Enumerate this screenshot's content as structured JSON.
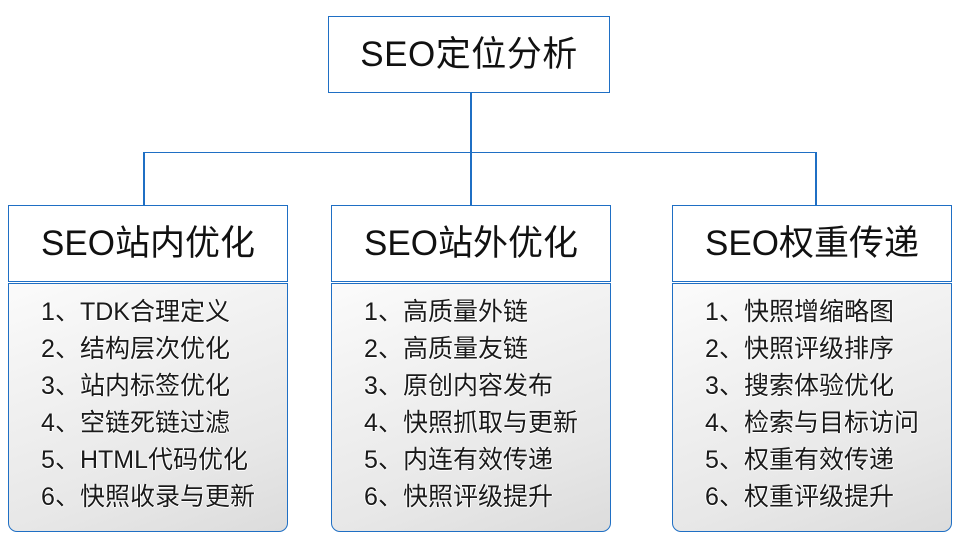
{
  "diagram": {
    "root": {
      "label": "SEO定位分析"
    },
    "columns": [
      {
        "header": "SEO站内优化",
        "items": [
          "1、TDK合理定义",
          "2、结构层次优化",
          "3、站内标签优化",
          "4、空链死链过滤",
          "5、HTML代码优化",
          "6、快照收录与更新"
        ]
      },
      {
        "header": "SEO站外优化",
        "items": [
          "1、高质量外链",
          "2、高质量友链",
          "3、原创内容发布",
          "4、快照抓取与更新",
          "5、内连有效传递",
          "6、快照评级提升"
        ]
      },
      {
        "header": "SEO权重传递",
        "items": [
          "1、快照增缩略图",
          "2、快照评级排序",
          "3、搜索体验优化",
          "4、检索与目标访问",
          "5、权重有效传递",
          "6、权重评级提升"
        ]
      }
    ],
    "colors": {
      "border": "#1f6fc4",
      "connector": "#1f6fc4",
      "header_background": "#ffffff",
      "body_background": "#e9e9e9",
      "text": "#111111",
      "page_background": "#ffffff"
    }
  }
}
